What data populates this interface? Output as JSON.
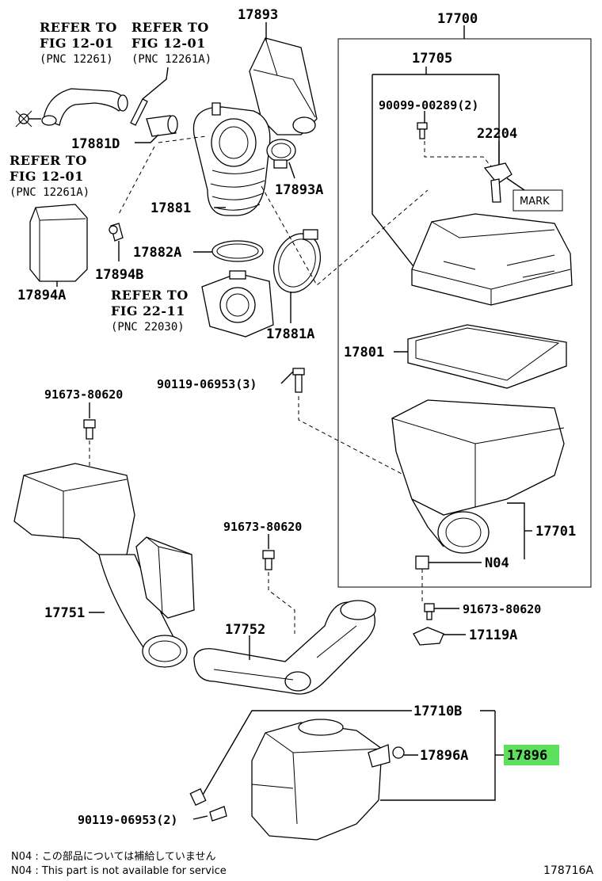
{
  "labels": {
    "p17893": "17893",
    "p17700": "17700",
    "p17705": "17705",
    "ref1_line1": "REFER TO",
    "ref1_line2": "FIG 12-01",
    "ref1_pnc": "(PNC 12261)",
    "ref2_line1": "REFER TO",
    "ref2_line2": "FIG 12-01",
    "ref2_pnc": "(PNC 12261A)",
    "ref3_line1": "REFER TO",
    "ref3_line2": "FIG 12-01",
    "ref3_pnc": "(PNC 12261A)",
    "ref4_line1": "REFER TO",
    "ref4_line2": "FIG 22-11",
    "ref4_pnc": "(PNC 22030)",
    "p90099": "90099-00289(2)",
    "p22204": "22204",
    "mark": "MARK",
    "p17881D": "17881D",
    "p17893A": "17893A",
    "p17881": "17881",
    "p17894A": "17894A",
    "p17882A": "17882A",
    "p17894B": "17894B",
    "p17881A": "17881A",
    "p17801": "17801",
    "p90119_a": "90119-06953(3)",
    "p91673_a": "91673-80620",
    "p91673_b": "91673-80620",
    "p17701": "17701",
    "pN04": "N04",
    "p91673_c": "91673-80620",
    "p17119A": "17119A",
    "p17751": "17751",
    "p17752": "17752",
    "p17710B": "17710B",
    "p17896A": "17896A",
    "p17896": "17896",
    "p90119_b": "90119-06953(2)"
  },
  "notes": {
    "jp": "N04 : この部品については補給していません",
    "en": "N04 : This part is not available for service"
  },
  "figure_number": "178716A",
  "colors": {
    "highlight": "#5de05d"
  }
}
